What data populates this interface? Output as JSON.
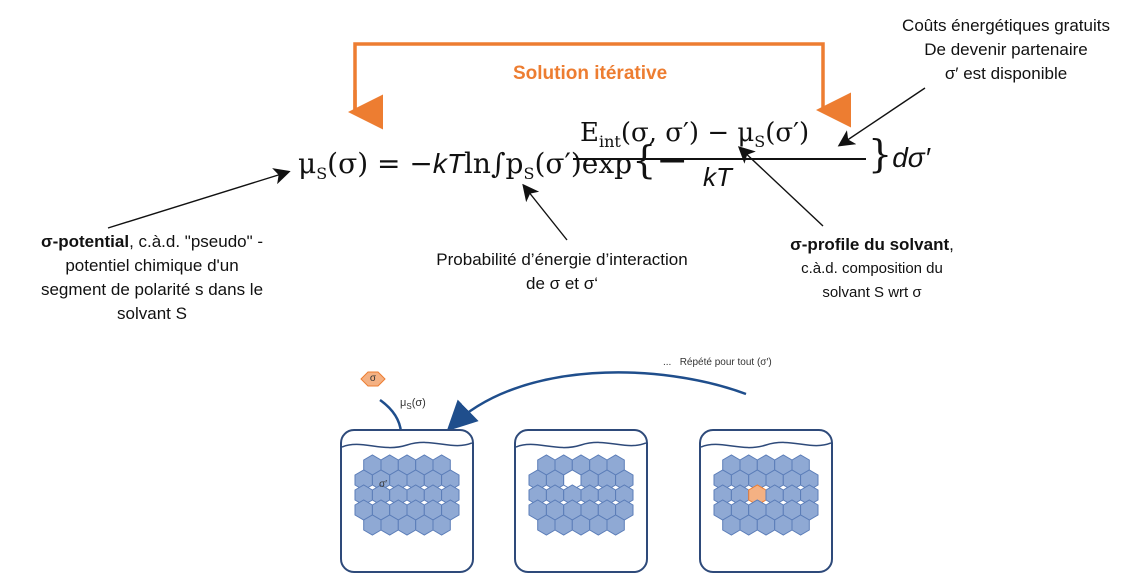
{
  "iteration_label": "Solution itérative",
  "equation": {
    "lhs_mu": "μ",
    "lhs_sub": "S",
    "lhs_arg": "(σ) = −",
    "kT": "kT",
    "ln": "ln∫",
    "p": "p",
    "p_sub": "S",
    "p_arg": "(σ′)exp",
    "brace_open": "{−",
    "numerator_E": "E",
    "numerator_E_sub": "int",
    "numerator_rest": "(σ, σ′) − μ",
    "numerator_mu_sub": "S",
    "numerator_end": "(σ′)",
    "denominator": "kT",
    "brace_close": "}",
    "dsigma": "dσ′"
  },
  "annotations": {
    "top_right": [
      "Coûts énergétiques gratuits",
      "De devenir partenaire",
      "σ′ est disponible"
    ],
    "left_bold": "σ-potential",
    "left_rest": ", c.à.d. \"pseudo\" -",
    "left_lines": [
      "potentiel  chimique d'un",
      "segment de polarité s dans le",
      "solvant S"
    ],
    "middle": [
      "Probabilité d’énergie d’interaction",
      "de σ et σ‘"
    ],
    "right_bold": "σ-profile du solvant",
    "right_rest": ",",
    "right_lines": [
      "c.à.d. composition du",
      "solvant S wrt σ"
    ]
  },
  "illustration": {
    "repeat_dots": "...",
    "repeat_text": "Répété pour tout (σ′)",
    "sigma_hex_label": "σ",
    "mu_label": "μ",
    "mu_sub": "S",
    "mu_arg": "(σ)",
    "sigma_prime_label": "σ′"
  },
  "colors": {
    "accent_orange": "#ED7D31",
    "hex_fill": "#8FA9D4",
    "hex_stroke": "#5B7DB8",
    "panel_border": "#2E4A7A",
    "arrow_blue": "#1F4E8C",
    "hex_orange": "#F4B183"
  }
}
